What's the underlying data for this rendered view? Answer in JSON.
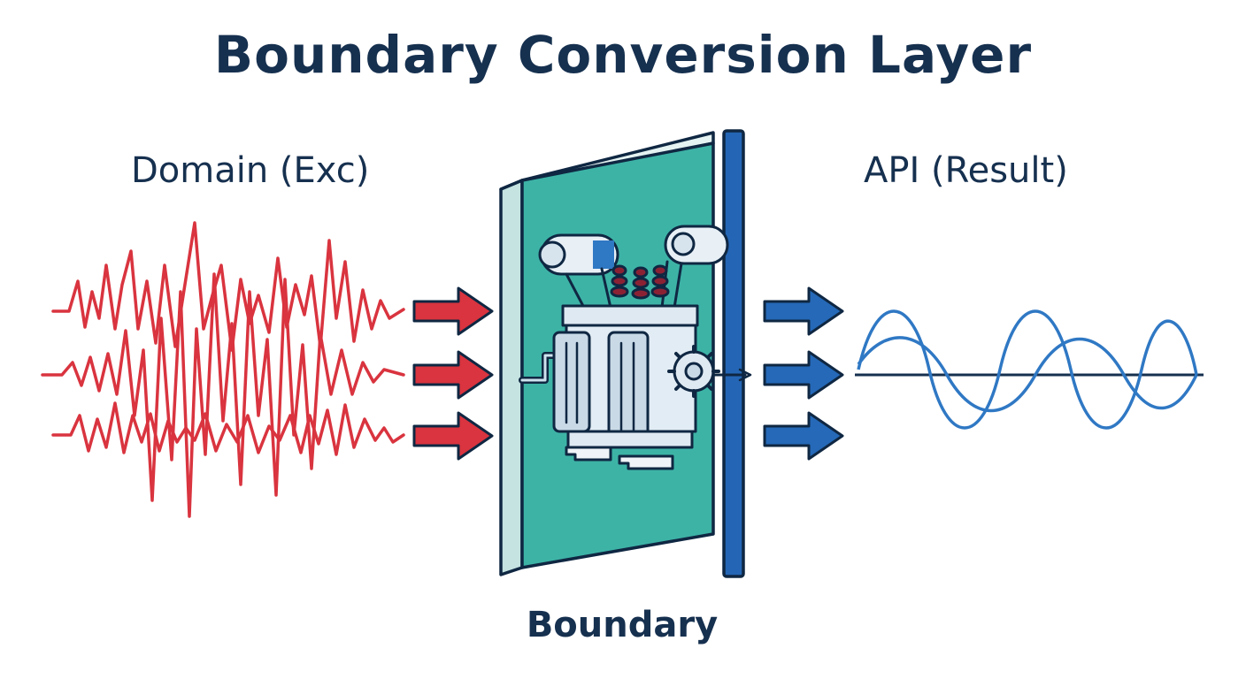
{
  "title": "Boundary Conversion Layer",
  "left_label": "Domain (Exc)",
  "right_label": "API (Result)",
  "bottom_label": "Boundary",
  "colors": {
    "title_text": "#16304f",
    "noise_red": "#d9343f",
    "signal_blue": "#2f78c4",
    "arrow_blue": "#2569b8",
    "panel_teal": "#3db3a6",
    "panel_edge": "#c4e3e1",
    "boundary_bar": "#2466b5",
    "outline": "#0f2742"
  },
  "icons": [
    "noisy-signal-icon",
    "input-arrow-icon",
    "transformer-icon",
    "output-arrow-icon",
    "sine-wave-icon"
  ]
}
